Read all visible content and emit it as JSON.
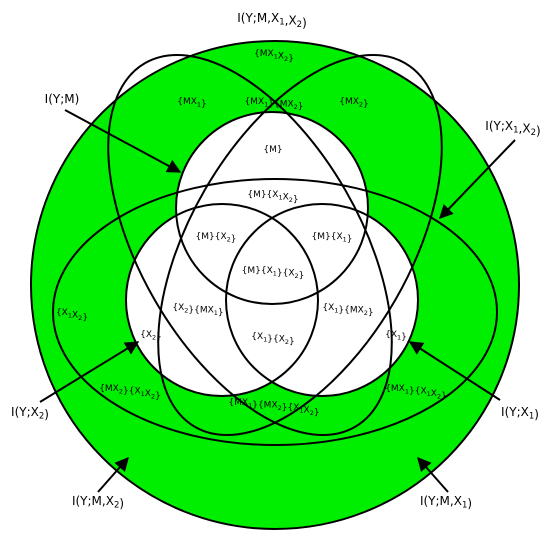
{
  "colors": {
    "background_fill": "#00ee00",
    "inner_fill": "#ffffff",
    "line": "#000000"
  },
  "outer_labels": {
    "whole": [
      [
        "I(Y;M,X",
        ""
      ],
      [
        "1",
        "sub"
      ],
      [
        ",X",
        ""
      ],
      [
        "2",
        "sub"
      ],
      [
        ")",
        ""
      ]
    ],
    "m": [
      [
        "I(Y;M)",
        ""
      ]
    ],
    "x1x2": [
      [
        "I(Y;X",
        ""
      ],
      [
        "1",
        "sub"
      ],
      [
        ",X",
        ""
      ],
      [
        "2",
        "sub"
      ],
      [
        ")",
        ""
      ]
    ],
    "x2": [
      [
        "I(Y;X",
        ""
      ],
      [
        "2",
        "sub"
      ],
      [
        ")",
        ""
      ]
    ],
    "x1": [
      [
        "I(Y;X",
        ""
      ],
      [
        "1",
        "sub"
      ],
      [
        ")",
        ""
      ]
    ],
    "mx2": [
      [
        "I(Y;M,X",
        ""
      ],
      [
        "2",
        "sub"
      ],
      [
        ")",
        ""
      ]
    ],
    "mx1": [
      [
        "I(Y;M,X",
        ""
      ],
      [
        "1",
        "sub"
      ],
      [
        ")",
        ""
      ]
    ]
  },
  "regions": {
    "mx1x2_top": [
      [
        "{MX",
        ""
      ],
      [
        "1",
        "sub"
      ],
      [
        "X",
        ""
      ],
      [
        "2",
        "sub"
      ],
      [
        "}",
        ""
      ]
    ],
    "mx1": [
      [
        "{MX",
        ""
      ],
      [
        "1",
        "sub"
      ],
      [
        "}",
        ""
      ]
    ],
    "mx1_mx2": [
      [
        "{MX",
        ""
      ],
      [
        "1",
        "sub"
      ],
      [
        "}{MX",
        ""
      ],
      [
        "2",
        "sub"
      ],
      [
        "}",
        ""
      ]
    ],
    "mx2": [
      [
        "{MX",
        ""
      ],
      [
        "2",
        "sub"
      ],
      [
        "}",
        ""
      ]
    ],
    "m": [
      [
        "{M}",
        ""
      ]
    ],
    "m_x1x2": [
      [
        "{M}{X",
        ""
      ],
      [
        "1",
        "sub"
      ],
      [
        "X",
        ""
      ],
      [
        "2",
        "sub"
      ],
      [
        "}",
        ""
      ]
    ],
    "m_x2": [
      [
        "{M}{X",
        ""
      ],
      [
        "2",
        "sub"
      ],
      [
        "}",
        ""
      ]
    ],
    "m_x1": [
      [
        "{M}{X",
        ""
      ],
      [
        "1",
        "sub"
      ],
      [
        "}",
        ""
      ]
    ],
    "m_x1_x2": [
      [
        "{M}{X",
        ""
      ],
      [
        "1",
        "sub"
      ],
      [
        "}{X",
        ""
      ],
      [
        "2",
        "sub"
      ],
      [
        "}",
        ""
      ]
    ],
    "x1x2_left": [
      [
        "{X",
        ""
      ],
      [
        "1",
        "sub"
      ],
      [
        "X",
        ""
      ],
      [
        "2",
        "sub"
      ],
      [
        "}",
        ""
      ]
    ],
    "x2_mx1": [
      [
        "{X",
        ""
      ],
      [
        "2",
        "sub"
      ],
      [
        "}{MX",
        ""
      ],
      [
        "1",
        "sub"
      ],
      [
        "}",
        ""
      ]
    ],
    "x1_mx2": [
      [
        "{X",
        ""
      ],
      [
        "1",
        "sub"
      ],
      [
        "}{MX",
        ""
      ],
      [
        "2",
        "sub"
      ],
      [
        "}",
        ""
      ]
    ],
    "x2": [
      [
        "{X",
        ""
      ],
      [
        "2",
        "sub"
      ],
      [
        "}",
        ""
      ]
    ],
    "x1_x2": [
      [
        "{X",
        ""
      ],
      [
        "1",
        "sub"
      ],
      [
        "}{X",
        ""
      ],
      [
        "2",
        "sub"
      ],
      [
        "}",
        ""
      ]
    ],
    "x1": [
      [
        "{X",
        ""
      ],
      [
        "1",
        "sub"
      ],
      [
        "}",
        ""
      ]
    ],
    "mx2_x1x2": [
      [
        "{MX",
        ""
      ],
      [
        "2",
        "sub"
      ],
      [
        "}{X",
        ""
      ],
      [
        "1",
        "sub"
      ],
      [
        "X",
        ""
      ],
      [
        "2",
        "sub"
      ],
      [
        "}",
        ""
      ]
    ],
    "mx1_mx2_x1x2": [
      [
        "{MX",
        ""
      ],
      [
        "1",
        "sub"
      ],
      [
        "}{MX",
        ""
      ],
      [
        "2",
        "sub"
      ],
      [
        "}{X",
        ""
      ],
      [
        "1",
        "sub"
      ],
      [
        "X",
        ""
      ],
      [
        "2",
        "sub"
      ],
      [
        "}",
        ""
      ]
    ],
    "mx1_x1x2": [
      [
        "{MX",
        ""
      ],
      [
        "1",
        "sub"
      ],
      [
        "}{X",
        ""
      ],
      [
        "1",
        "sub"
      ],
      [
        "X",
        ""
      ],
      [
        "2",
        "sub"
      ],
      [
        "}",
        ""
      ]
    ]
  }
}
